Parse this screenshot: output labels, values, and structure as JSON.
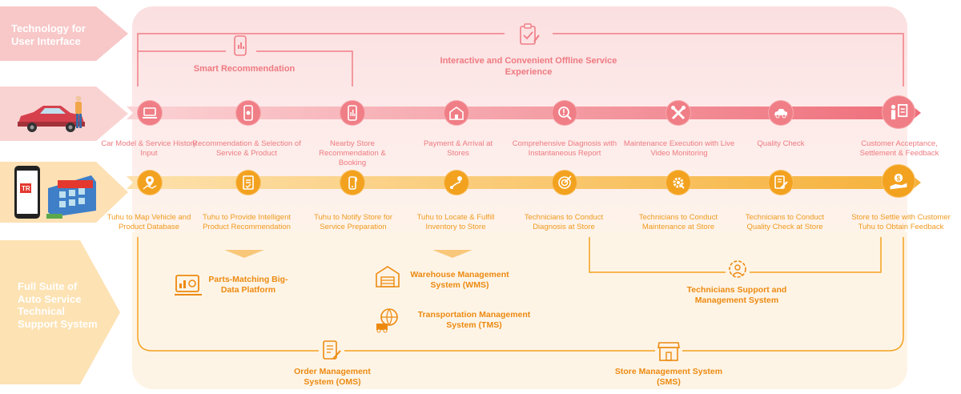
{
  "left_labels": {
    "ui": "Technology for User Interface",
    "support": "Full Suite of Auto Service Technical Support System"
  },
  "top": {
    "smart": "Smart Recommendation",
    "interactive": "Interactive and Convenient Offline Service Experience"
  },
  "user_steps": [
    {
      "label": "Car Model & Service History Input",
      "icon": "laptop-icon"
    },
    {
      "label": "Recommendation & Selection of Service & Product",
      "icon": "phone-touch-icon"
    },
    {
      "label": "Nearby Store Recommendation & Booking",
      "icon": "phone-chart-icon"
    },
    {
      "label": "Payment & Arrival at Stores",
      "icon": "store-icon"
    },
    {
      "label": "Comprehensive Diagnosis with Instantaneous Report",
      "icon": "magnifier-alert-icon"
    },
    {
      "label": "Maintenance Execution with Live Video Monitoring",
      "icon": "wrench-cross-icon"
    },
    {
      "label": "Quality Check",
      "icon": "car-icon"
    },
    {
      "label": "Customer Acceptance, Settlement & Feedback",
      "icon": "people-doc-icon"
    }
  ],
  "tuhu_steps": [
    {
      "label": "Tuhu to Map Vehicle and Product Database",
      "icon": "map-pin-icon"
    },
    {
      "label": "Tuhu to Provide Intelligent Product Recommendation",
      "icon": "checklist-icon"
    },
    {
      "label": "Tuhu to Notify Store for Service Preparation",
      "icon": "phone-signal-icon"
    },
    {
      "label": "Tuhu to Locate & Fulfill Inventory to Store",
      "icon": "location-route-icon"
    },
    {
      "label": "Technicians to Conduct Diagnosis at Store",
      "icon": "target-icon"
    },
    {
      "label": "Technicians to Conduct Maintenance at Store",
      "icon": "gear-tool-icon"
    },
    {
      "label": "Technicians to Conduct Quality Check at Store",
      "icon": "doc-edit-icon"
    },
    {
      "label": "Store to Settle with Customer Tuhu to Obtain Feedback",
      "icon": "money-hand-icon"
    }
  ],
  "systems": {
    "parts": "Parts-Matching Big-Data Platform",
    "wms": "Warehouse Management System (WMS)",
    "tms": "Transportation Management System (TMS)",
    "tech": "Technicians Support and Management System",
    "oms": "Order Management System (OMS)",
    "sms": "Store Management System (SMS)"
  },
  "colors": {
    "pink": "#f07e86",
    "orange": "#f3a21f",
    "pink_bg": "#fdeaea",
    "orange_bg": "#fef3e2"
  }
}
